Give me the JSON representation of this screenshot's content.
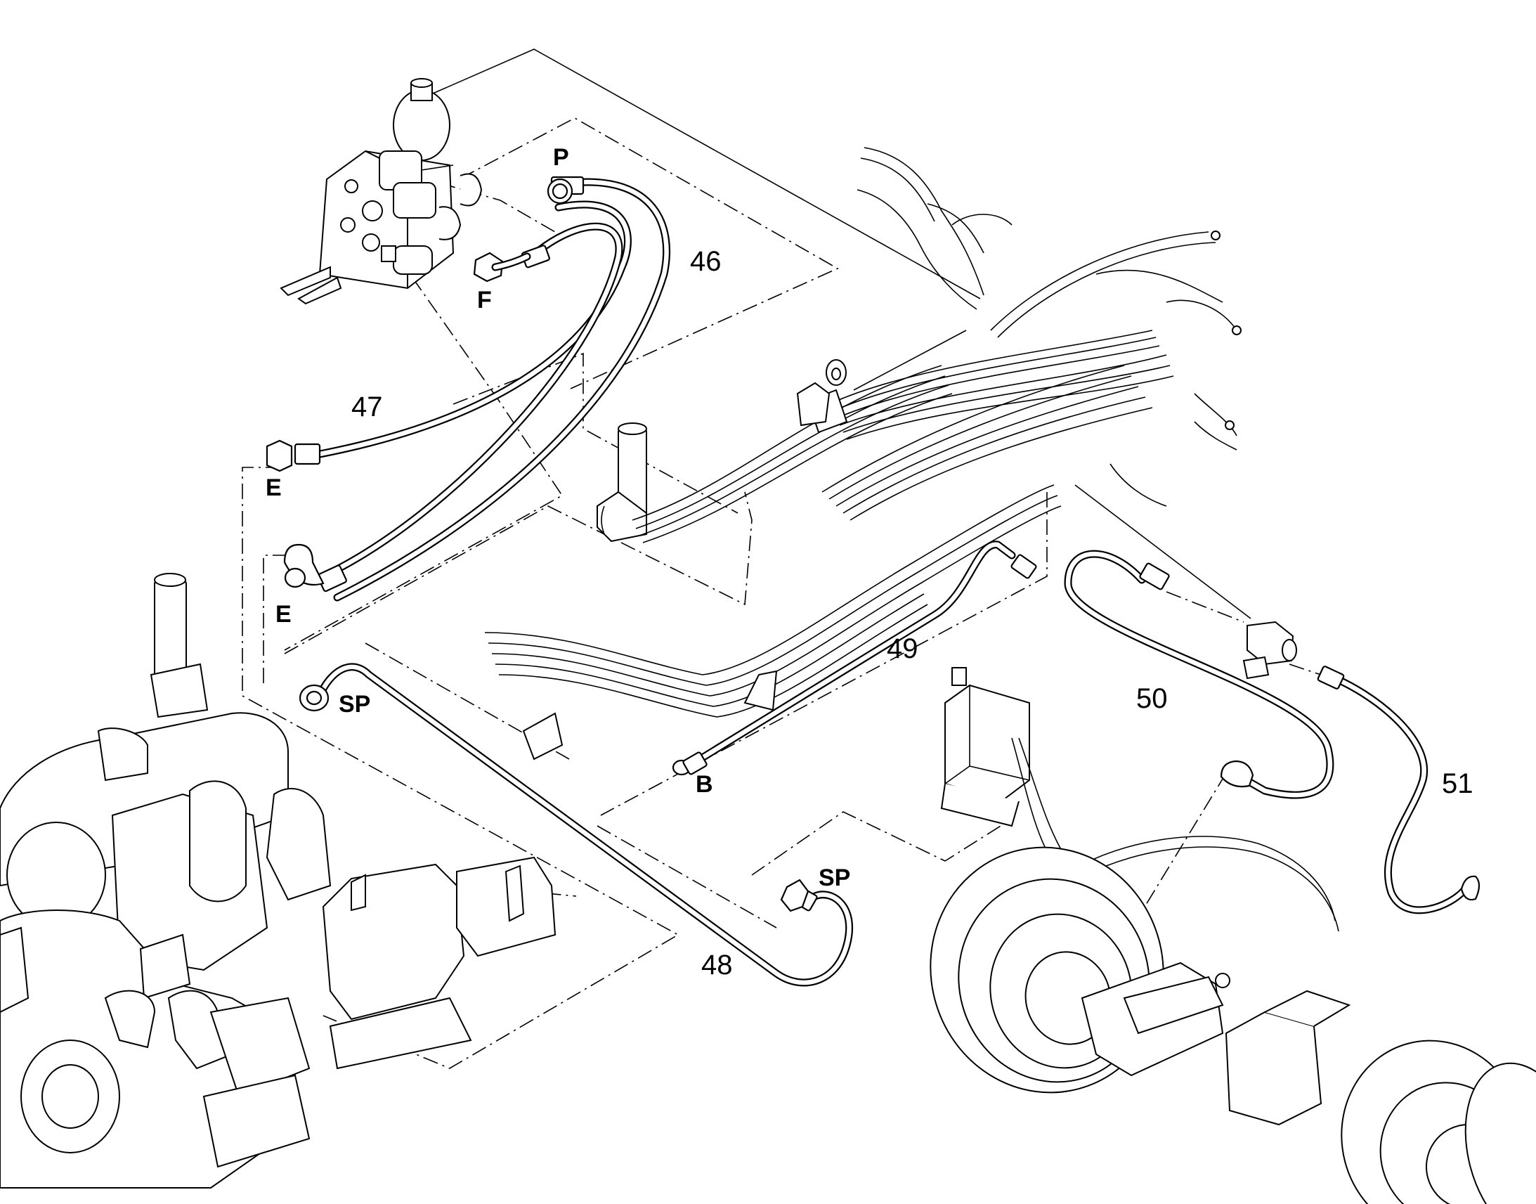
{
  "diagram": {
    "callouts": [
      {
        "id": "46",
        "text": "46"
      },
      {
        "id": "47",
        "text": "47"
      },
      {
        "id": "48",
        "text": "48"
      },
      {
        "id": "49",
        "text": "49"
      },
      {
        "id": "50",
        "text": "50"
      },
      {
        "id": "51",
        "text": "51"
      }
    ],
    "ports": [
      {
        "id": "p",
        "text": "P"
      },
      {
        "id": "f",
        "text": "F"
      },
      {
        "id": "e1",
        "text": "E"
      },
      {
        "id": "e2",
        "text": "E"
      },
      {
        "id": "sp1",
        "text": "SP"
      },
      {
        "id": "sp2",
        "text": "SP"
      },
      {
        "id": "b",
        "text": "B"
      }
    ],
    "components": [
      "valve-block",
      "accumulator",
      "hydraulic-tank",
      "hose-harness",
      "engine-assembly",
      "hydraulic-pump",
      "front-drive-motor",
      "rear-drive-motor",
      "control-box",
      "tee-fitting"
    ]
  }
}
